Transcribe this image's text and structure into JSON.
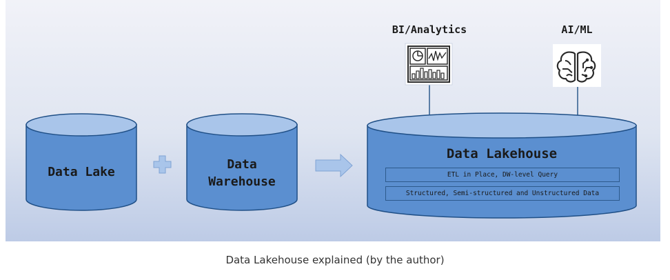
{
  "nodes": {
    "data_lake": "Data Lake",
    "data_warehouse_line1": "Data",
    "data_warehouse_line2": "Warehouse",
    "lakehouse_title": "Data Lakehouse",
    "lakehouse_box1": "ETL in Place, DW-level Query",
    "lakehouse_box2": "Structured, Semi-structured and Unstructured Data",
    "bi_label": "BI/Analytics",
    "ai_label": "AI/ML"
  },
  "icons": {
    "plus": "plus-icon",
    "arrow": "right-arrow-icon",
    "bi": "dashboard-icon",
    "ai": "brain-icon"
  },
  "colors": {
    "cylinder_fill": "#5b8fd0",
    "cylinder_top": "#a9c5ea",
    "cylinder_stroke": "#1f4f86",
    "connector": "#a9c5ea"
  },
  "caption": "Data Lakehouse explained (by the author)"
}
